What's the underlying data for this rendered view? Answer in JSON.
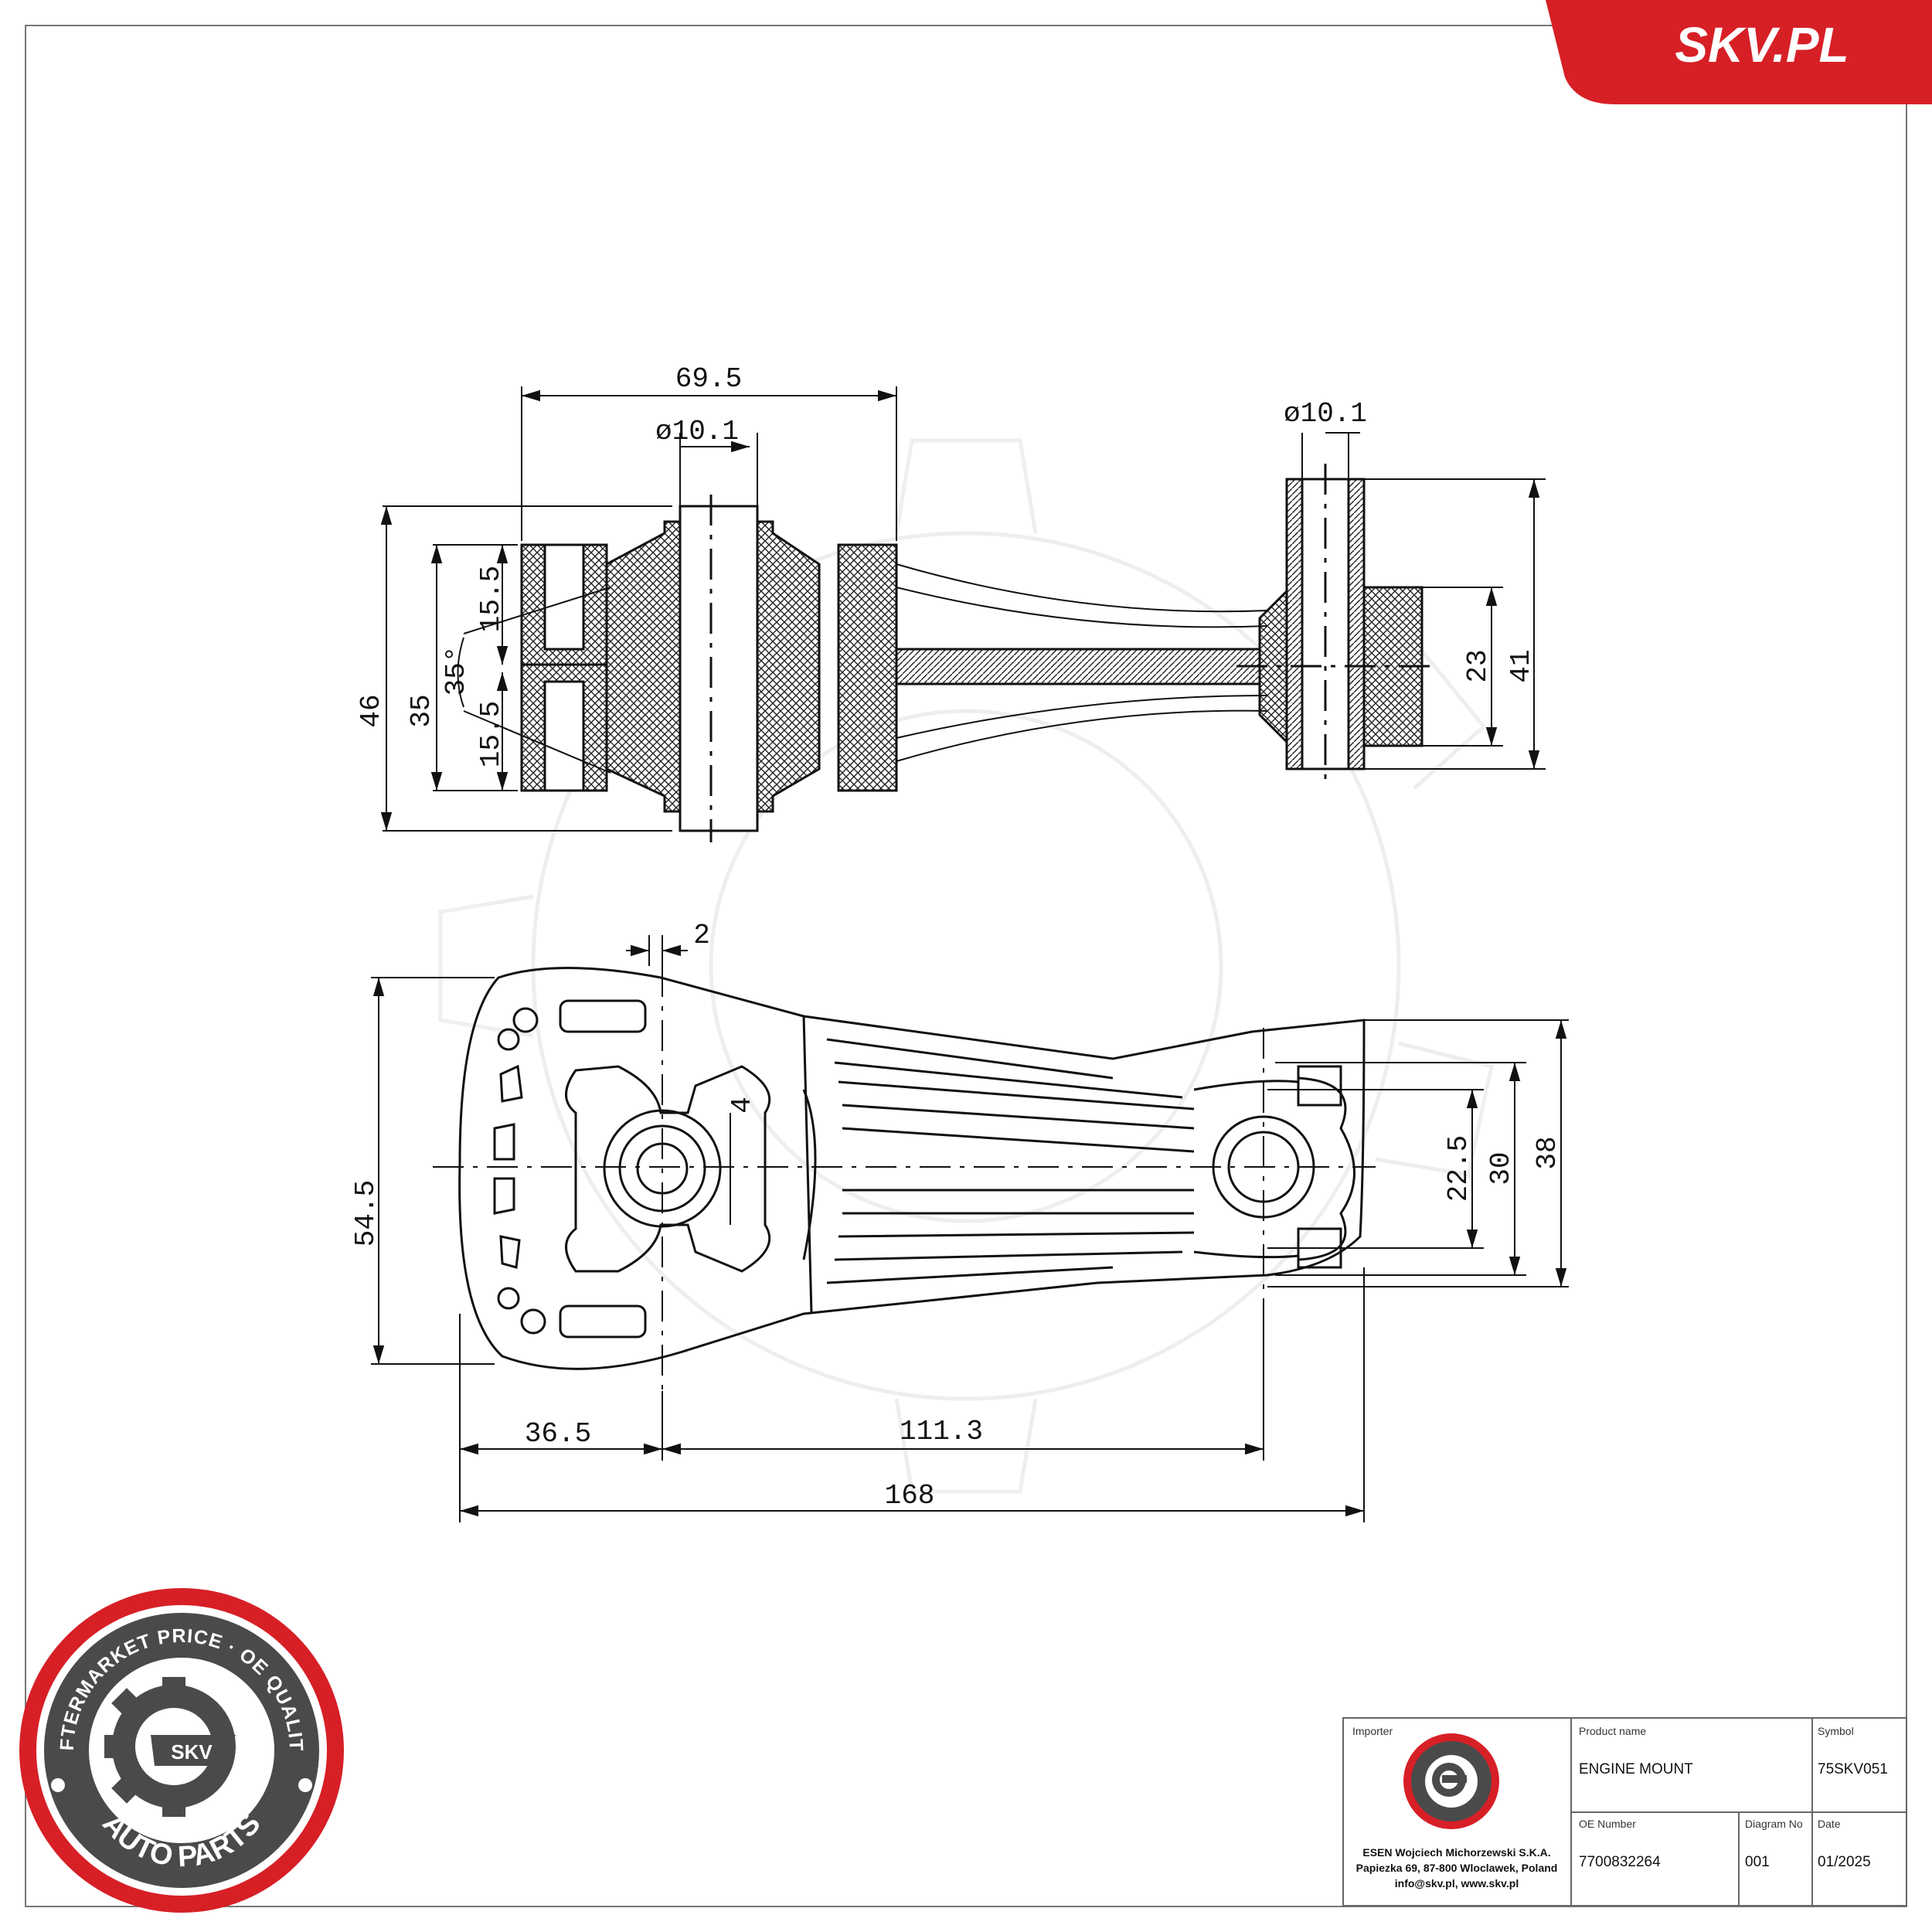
{
  "brand": {
    "site": "SKV.PL",
    "accent": "#d71f26"
  },
  "badge": {
    "ring_text": "AFTERMARKET PRICE · OE QUALITY",
    "bottom_text": "AUTO PARTS",
    "center_text": "SKV"
  },
  "top_view": {
    "dim_width": "69.5",
    "dim_bore_left": "ø10.1",
    "dim_bore_right": "ø10.1",
    "dim_total_height": "46",
    "dim_inner_height": "35",
    "dim_upper": "15.5",
    "dim_lower": "15.5",
    "dim_angle": "35°",
    "dim_right_inner": "23",
    "dim_right_outer": "41"
  },
  "side_view": {
    "dim_offset": "2",
    "dim_slot": "4",
    "dim_height_left": "54.5",
    "dim_right_inner": "22.5",
    "dim_right_mid": "30",
    "dim_right_outer": "38",
    "dim_left_center": "36.5",
    "dim_center_distance": "111.3",
    "dim_total_length": "168"
  },
  "title_block": {
    "importer_label": "Importer",
    "importer_name": "ESEN Wojciech Michorzewski S.K.A.",
    "importer_address": "Papiezka 69, 87-800 Wloclawek, Poland",
    "importer_contact": "info@skv.pl, www.skv.pl",
    "product_name_label": "Product name",
    "product_name": "ENGINE MOUNT",
    "symbol_label": "Symbol",
    "symbol": "75SKV051",
    "oe_number_label": "OE Number",
    "oe_number": "7700832264",
    "diagram_no_label": "Diagram No",
    "diagram_no": "001",
    "date_label": "Date",
    "date": "01/2025"
  }
}
